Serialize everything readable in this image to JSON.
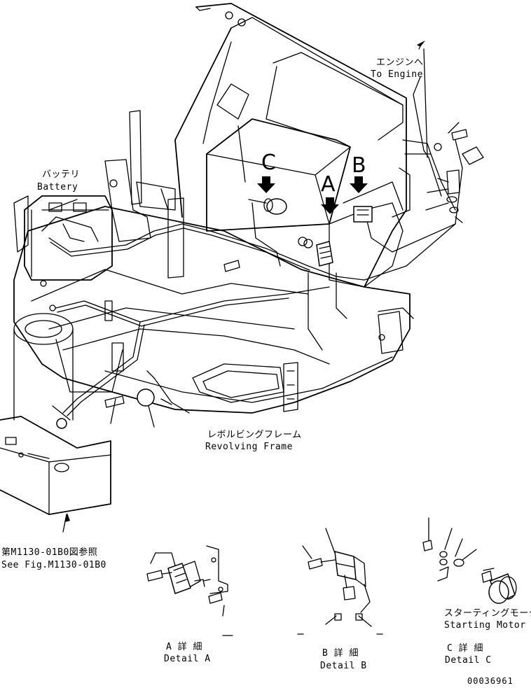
{
  "labels": {
    "engine_jp": "エンジンへ",
    "engine_en": "To Engine",
    "battery_jp": "バッテリ",
    "battery_en": "Battery",
    "frame_jp": "レボルビングフレーム",
    "frame_en": "Revolving Frame",
    "seefig_jp": "第M1130-01B0図参照",
    "seefig_en": "See Fig.M1130-01B0",
    "starter_jp": "スターティングモータ",
    "starter_en": "Starting Motor",
    "detail_a_jp": "A 詳 細",
    "detail_a_en": "Detail A",
    "detail_b_jp": "B 詳 細",
    "detail_b_en": "Detail B",
    "detail_c_jp": "C 詳 細",
    "detail_c_en": "Detail C",
    "callout_a": "A",
    "callout_b": "B",
    "callout_c": "C",
    "drawing_number": "00036961"
  },
  "colors": {
    "line": "#000000",
    "background": "#ffffff"
  }
}
